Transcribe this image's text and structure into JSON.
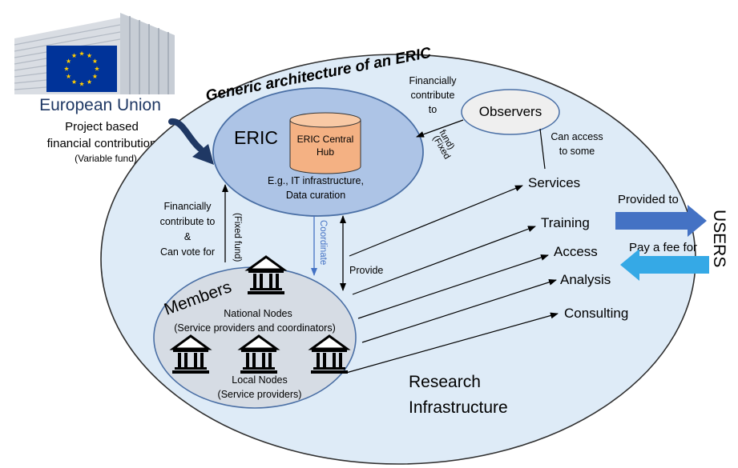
{
  "eu": {
    "name": "European Union",
    "line1": "Project based",
    "line2": "financial contribution",
    "line3": "(Variable fund)"
  },
  "title": "Generic architecture of an ERIC",
  "eric": {
    "label": "ERIC",
    "hub_line1": "ERIC Central",
    "hub_line2": "Hub",
    "eg_line1": "E.g., IT infrastructure,",
    "eg_line2": "Data curation"
  },
  "observers": {
    "label": "Observers",
    "fin_line1": "Financially",
    "fin_line2": "contribute",
    "fin_line3": "to",
    "fixed_line1": "(Fixed",
    "fixed_line2": "fund)",
    "access_line1": "Can access",
    "access_line2": "to some"
  },
  "members": {
    "label": "Members",
    "fin_line1": "Financially",
    "fin_line2": "contribute to",
    "fin_line3": "&",
    "fin_line4": "Can vote for",
    "fixed_fund": "(Fixed fund)",
    "coordinate": "Coordinate",
    "provide": "Provide",
    "national_line1": "National Nodes",
    "national_line2": "(Service providers and coordinators)",
    "local_line1": "Local Nodes",
    "local_line2": "(Service providers)"
  },
  "outputs": {
    "services": "Services",
    "training": "Training",
    "access": "Access",
    "analysis": "Analysis",
    "consulting": "Consulting"
  },
  "research_line1": "Research",
  "research_line2": "Infrastructure",
  "users": {
    "label": "USERS",
    "provided_to": "Provided to",
    "pay_fee": "Pay a fee for"
  },
  "colors": {
    "outer_fill": "#deebf7",
    "eric_fill": "#adc4e6",
    "eric_stroke": "#4a6fa5",
    "hub_fill": "#f4b183",
    "observers_fill": "#efefef",
    "members_fill": "#d6dce4",
    "eu_flag": "#003399",
    "eu_star": "#ffcc00",
    "eu_text": "#1f3864",
    "coordinate": "#4472c4",
    "provided_arrow": "#4472c4",
    "pay_arrow": "#35a9e6",
    "ec_building": "#d9dde3"
  },
  "icons": [
    "ec-building-logo",
    "eu-flag-icon",
    "curved-arrow-icon",
    "database-icon",
    "institution-icon",
    "right-arrow-icon",
    "left-arrow-icon"
  ]
}
